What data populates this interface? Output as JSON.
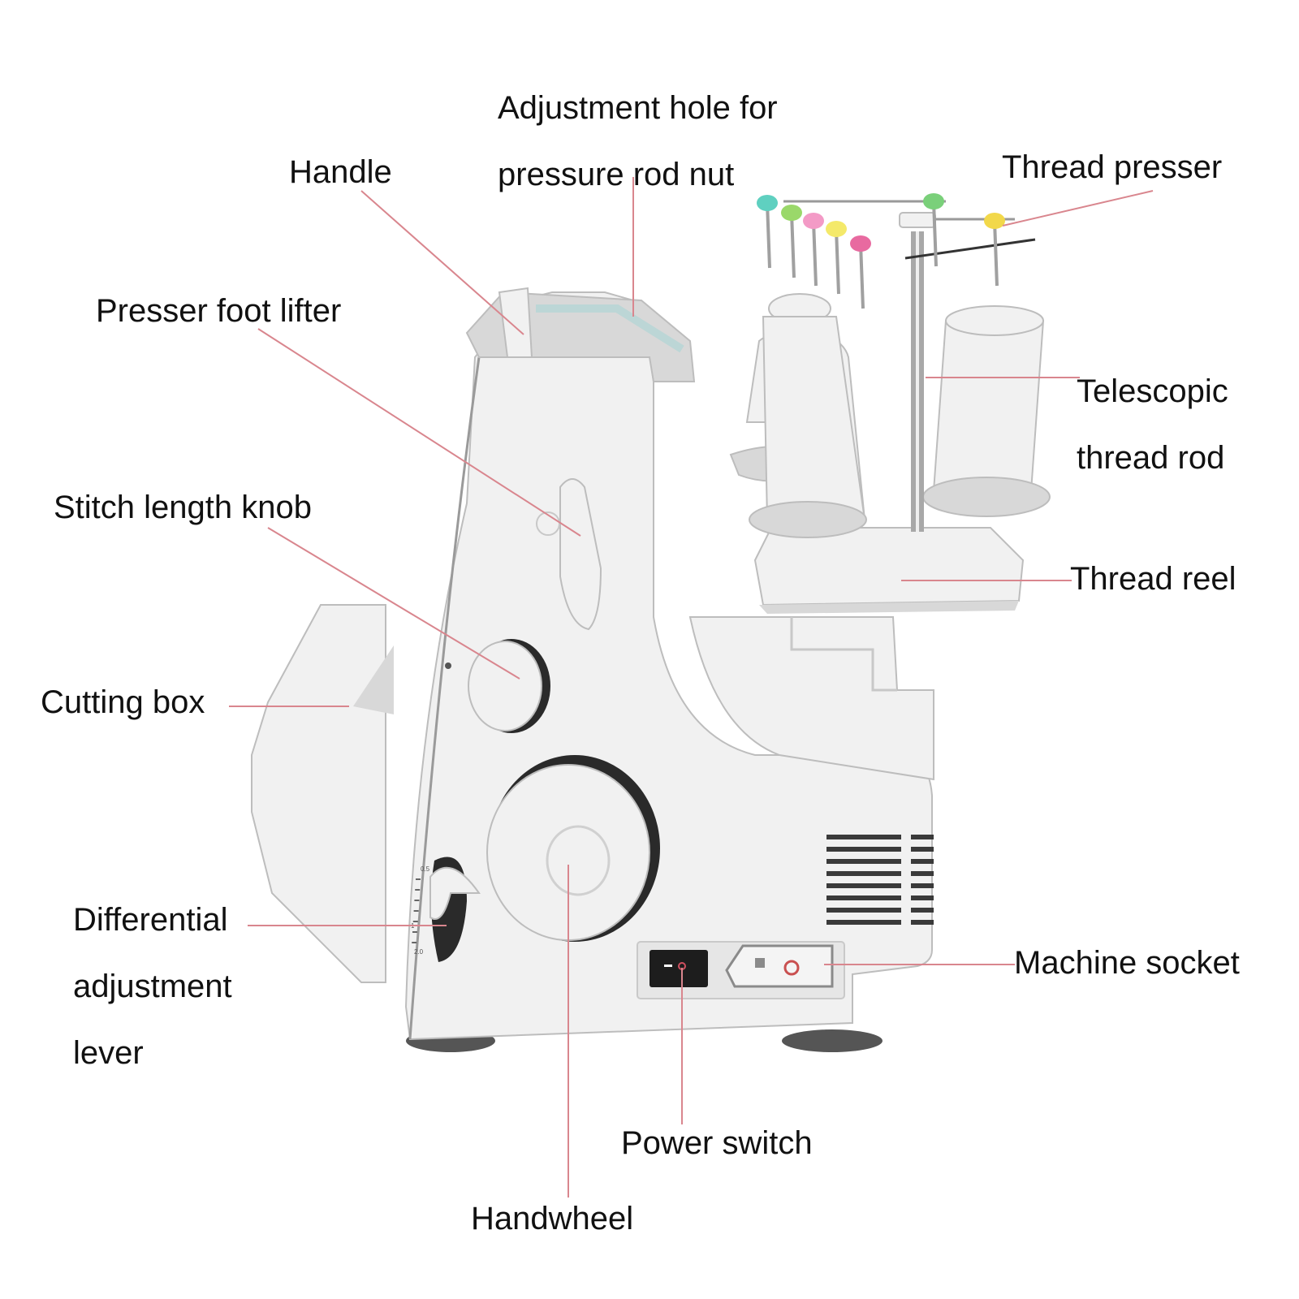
{
  "colors": {
    "leader_line": "#d9868e",
    "body": "#f1f1f1",
    "body_shade": "#d8d8d8",
    "outline": "#bdbdbd",
    "feet": "#555555",
    "cone_tips": [
      "#5fd0c0",
      "#9ad86a",
      "#f39ac6",
      "#f4e96a",
      "#e86aa0",
      "#7ad07a",
      "#f2d84a"
    ]
  },
  "labels": {
    "adjustment_hole": [
      "Adjustment hole for",
      "pressure rod nut"
    ],
    "handle": [
      "Handle"
    ],
    "thread_presser": [
      "Thread presser"
    ],
    "presser_foot_lifter": [
      "Presser foot lifter"
    ],
    "telescopic_thread_rod": [
      "Telescopic",
      "thread rod"
    ],
    "stitch_length_knob": [
      "Stitch length knob"
    ],
    "thread_reel": [
      "Thread reel"
    ],
    "cutting_box": [
      "Cutting box"
    ],
    "differential_lever": [
      "Differential",
      "adjustment",
      "lever"
    ],
    "machine_socket": [
      "Machine socket"
    ],
    "power_switch": [
      "Power switch"
    ],
    "handwheel": [
      "Handwheel"
    ]
  },
  "dial_scale": [
    "0.5",
    "1",
    "2.0"
  ]
}
